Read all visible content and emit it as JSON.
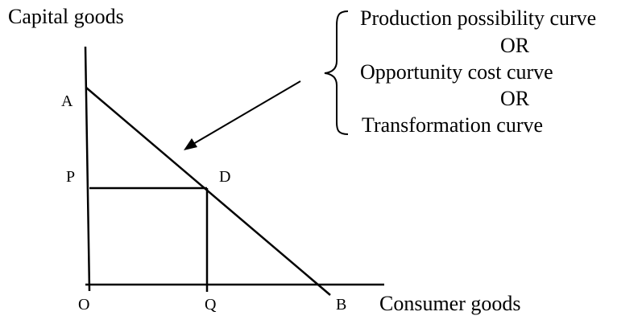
{
  "diagram": {
    "y_axis_label": "Capital goods",
    "x_axis_label": "Consumer goods",
    "points": {
      "A": "A",
      "P": "P",
      "D": "D",
      "O": "O",
      "Q": "Q",
      "B": "B"
    },
    "annotation": {
      "line1": "Production possibility curve",
      "or1": "OR",
      "line2": "Opportunity cost curve",
      "or2": "OR",
      "line3": "Transformation curve"
    },
    "colors": {
      "stroke": "#000000",
      "background": "#ffffff"
    }
  }
}
